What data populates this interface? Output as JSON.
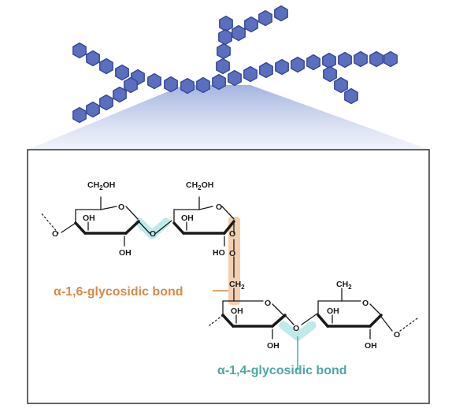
{
  "labels": {
    "alpha16": "α-1,6-glycosidic bond",
    "alpha14": "α-1,4-glycosidic bond"
  },
  "atoms": {
    "ch2oh": "CH",
    "ch2oh_sub": "2",
    "ch2oh_tail": "OH",
    "ch2": "CH",
    "ch2_sub": "2",
    "oh": "OH",
    "ho": "HO",
    "o": "O"
  },
  "colors": {
    "glucose_fill": "#5b6fbf",
    "glucose_stroke": "#34449a",
    "alpha16": "#d98a48",
    "alpha14": "#4aa8a3",
    "highlight16": "#f3cfae",
    "highlight14": "#bfeaea",
    "fan_top": "#a9b8e0",
    "box_border": "#333333"
  },
  "icons": {
    "glucose": "hexagon-icon"
  }
}
